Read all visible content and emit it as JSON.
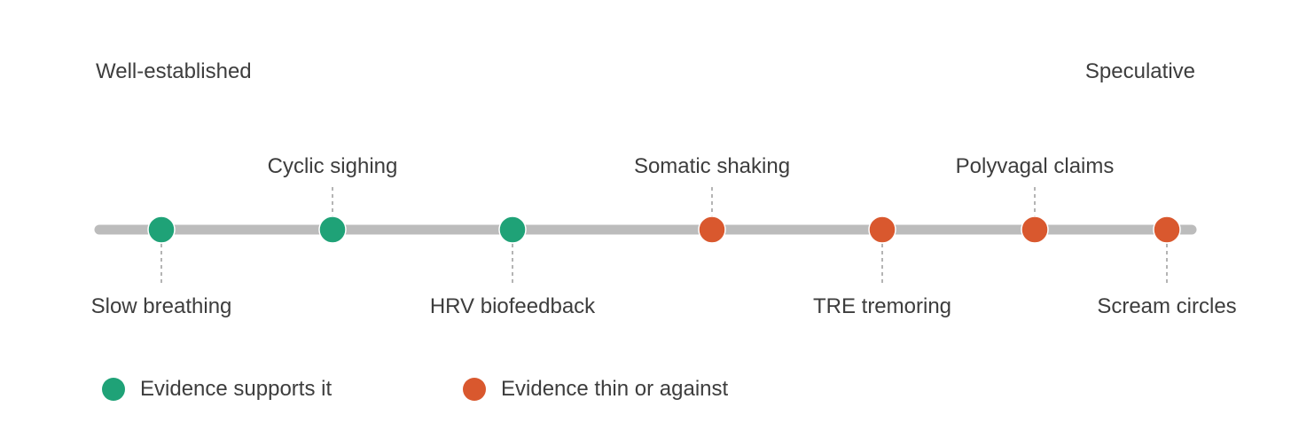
{
  "scale": {
    "left_label": "Well-established",
    "right_label": "Speculative"
  },
  "colors": {
    "supported": "#1fa277",
    "thin": "#d9582e",
    "track": "#bcbcbc",
    "leader": "#8c8c8c"
  },
  "points": [
    {
      "label": "Slow breathing",
      "category": "supported",
      "label_side": "below"
    },
    {
      "label": "Cyclic sighing",
      "category": "supported",
      "label_side": "above"
    },
    {
      "label": "HRV biofeedback",
      "category": "supported",
      "label_side": "below"
    },
    {
      "label": "Somatic shaking",
      "category": "thin",
      "label_side": "above"
    },
    {
      "label": "TRE tremoring",
      "category": "thin",
      "label_side": "below"
    },
    {
      "label": "Polyvagal claims",
      "category": "thin",
      "label_side": "above"
    },
    {
      "label": "Scream circles",
      "category": "thin",
      "label_side": "below"
    }
  ],
  "legend": {
    "supported": "Evidence supports it",
    "thin": "Evidence thin or against"
  }
}
